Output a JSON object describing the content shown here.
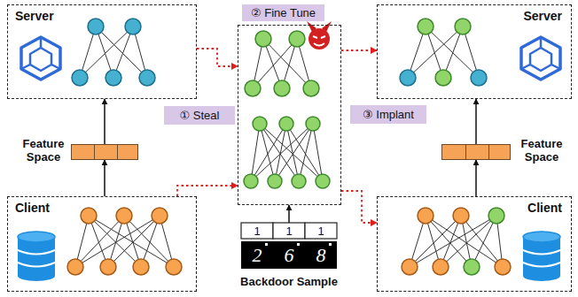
{
  "diagram": {
    "nodes": [
      {
        "text": [
          "Server"
        ]
      },
      {
        "text": [
          "② Fine Tune"
        ]
      },
      {
        "text": [
          "Server"
        ]
      },
      {
        "text": [
          "① Steal"
        ]
      },
      {
        "text": [
          "③ Implant"
        ]
      },
      {
        "text": [
          "Feature Space"
        ]
      },
      {
        "text": [
          "Feature Space"
        ]
      },
      {
        "text": [
          "Client"
        ]
      },
      {
        "text": [
          "Backdoor Sample"
        ]
      },
      {
        "text": [
          "Client"
        ]
      }
    ],
    "edges": [
      {
        "from": 7,
        "to": 5,
        "arrow": "to"
      },
      {
        "from": 5,
        "to": 0,
        "arrow": "to"
      },
      {
        "from": 9,
        "to": 6,
        "arrow": "to"
      },
      {
        "from": 6,
        "to": 2,
        "arrow": "to"
      },
      {
        "from": 8,
        "to": 1,
        "arrow": "to"
      },
      {
        "from": 0,
        "to": 1,
        "arrow": "to"
      },
      {
        "from": 7,
        "to": 1,
        "arrow": "to"
      },
      {
        "from": 1,
        "to": 2,
        "arrow": "to"
      },
      {
        "from": 1,
        "to": 9,
        "arrow": "to"
      }
    ],
    "labels": [
      "1",
      "1",
      "1",
      "2",
      "6",
      "8"
    ]
  }
}
